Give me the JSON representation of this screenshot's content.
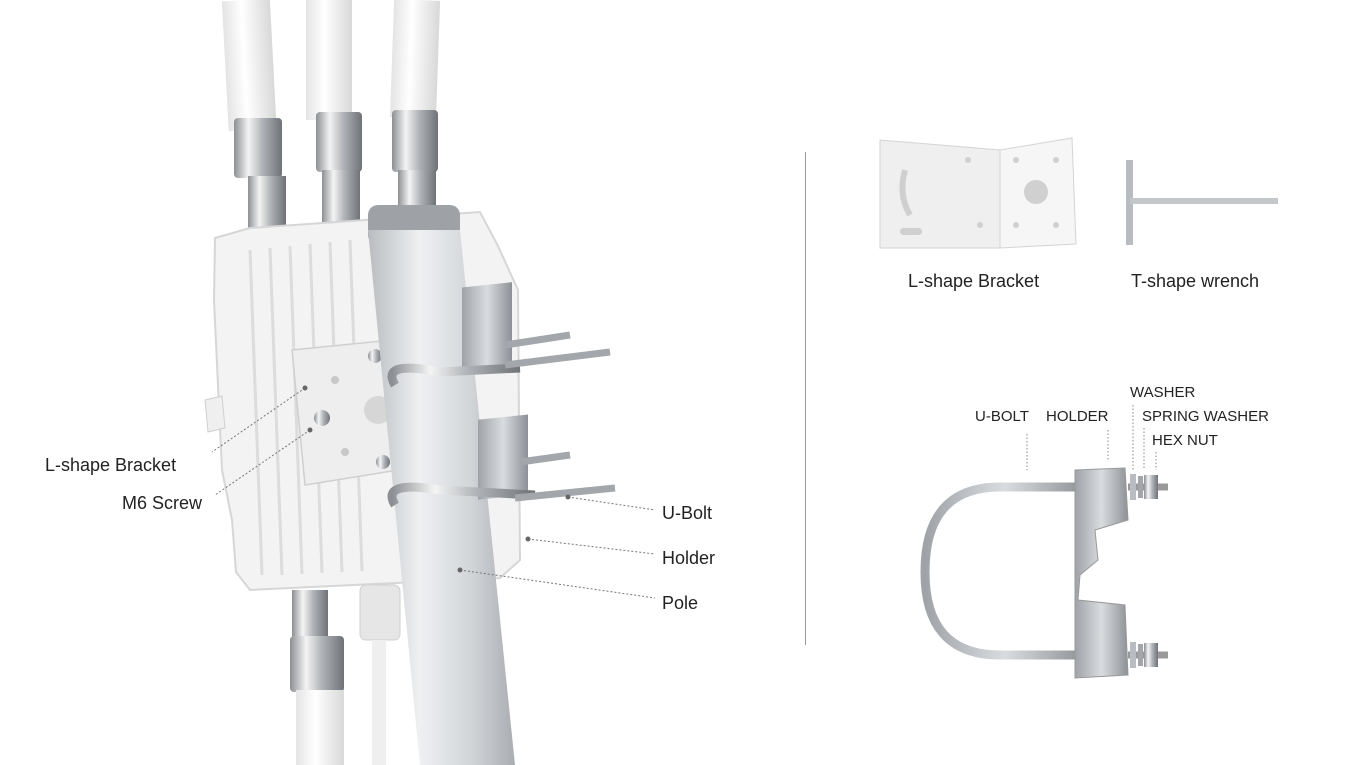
{
  "main_figure": {
    "callouts": {
      "l_bracket": "L-shape Bracket",
      "m6_screw": "M6 Screw",
      "u_bolt": "U-Bolt",
      "holder": "Holder",
      "pole": "Pole"
    }
  },
  "accessories": {
    "l_bracket": "L-shape Bracket",
    "t_wrench": "T-shape wrench"
  },
  "ubolt_assembly": {
    "u_bolt": "U-BOLT",
    "holder": "HOLDER",
    "washer": "WASHER",
    "spring_washer": "SPRING WASHER",
    "hex_nut": "HEX NUT"
  }
}
